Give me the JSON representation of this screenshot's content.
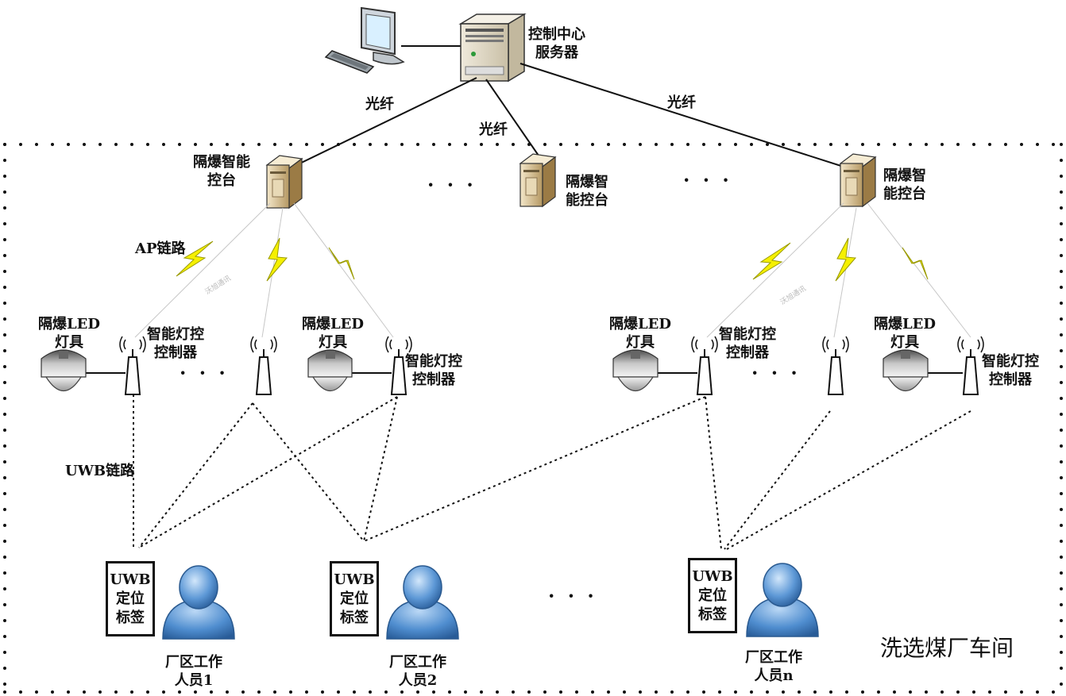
{
  "server": {
    "line1": "控制中心",
    "line2": "服务器"
  },
  "links": {
    "fiber_left": "光纤",
    "fiber_mid": "光纤",
    "fiber_right": "光纤",
    "ap": "AP链路",
    "uwb": "UWB链路"
  },
  "consoles": {
    "left": {
      "line1": "隔爆智能",
      "line2": "控台"
    },
    "middle": {
      "line1": "隔爆智",
      "line2": "能控台"
    },
    "right": {
      "line1": "隔爆智",
      "line2": "能控台"
    }
  },
  "fixtures": {
    "lamp_line1": "隔爆LED",
    "lamp_line2": "灯具",
    "controller_line1": "智能灯控",
    "controller_line2": "控制器"
  },
  "tag": {
    "line1": "UWB",
    "line2": "定位",
    "line3": "标签"
  },
  "workers": [
    {
      "line1": "厂区工作",
      "line2": "人员1"
    },
    {
      "line1": "厂区工作",
      "line2": "人员2"
    },
    {
      "line1": "厂区工作",
      "line2": "人员n"
    }
  ],
  "area_label": "洗选煤厂车间",
  "ellipsis": "· · ·",
  "watermark": "沃旭通讯"
}
